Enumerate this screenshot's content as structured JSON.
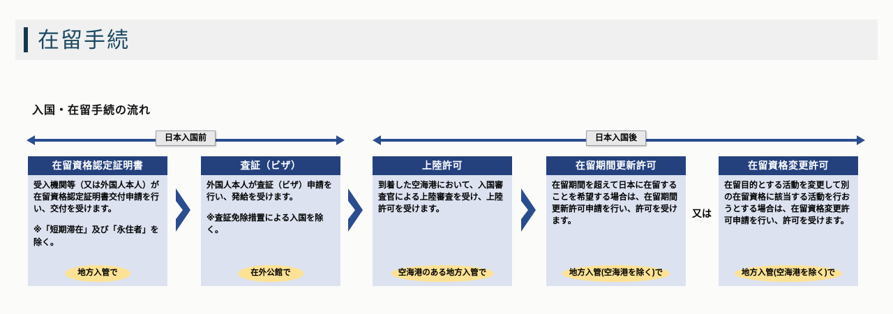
{
  "page": {
    "header_title": "在留手続",
    "section_subtitle": "入国・在留手続の流れ",
    "accent_color": "#16384f",
    "header_band_color": "#f0f0f0",
    "title_color": "#1c4a63"
  },
  "diagram": {
    "rails": [
      {
        "label": "日本入国前"
      },
      {
        "label": "日本入国後"
      }
    ],
    "connector_or": "又は",
    "colors": {
      "card_header": "#24417e",
      "card_body": "#dce2f0",
      "pill": "#fde295",
      "arrow": "#2a4d90",
      "chevron": "#2a4d90"
    },
    "steps": [
      {
        "title": "在留資格認定証明書",
        "paragraphs": [
          "受入機関等（又は外国人本人）が在留資格認定証明書交付申請を行い、交付を受けます。",
          "※「短期滞在」及び「永住者」を除く。"
        ],
        "place": "地方入管で"
      },
      {
        "title": "査証（ビザ）",
        "paragraphs": [
          "外国人本人が査証（ビザ）申請を行い、発給を受けます。",
          "※査証免除措置による入国を除く。"
        ],
        "place": "在外公館で"
      },
      {
        "title": "上陸許可",
        "paragraphs": [
          "到着した空海港において、入国審査官による上陸審査を受け、上陸許可を受けます。"
        ],
        "place": "空海港のある地方入管で"
      },
      {
        "title": "在留期間更新許可",
        "paragraphs": [
          "在留期間を超えて日本に在留することを希望する場合は、在留期間更新許可申請を行い、許可を受けます。"
        ],
        "place": "地方入管(空海港を除く)で"
      },
      {
        "title": "在留資格変更許可",
        "paragraphs": [
          "在留目的とする活動を変更して別の在留資格に該当する活動を行おうとする場合は、在留資格変更許可申請を行い、許可を受けます。"
        ],
        "place": "地方入管(空海港を除く)で"
      }
    ]
  }
}
